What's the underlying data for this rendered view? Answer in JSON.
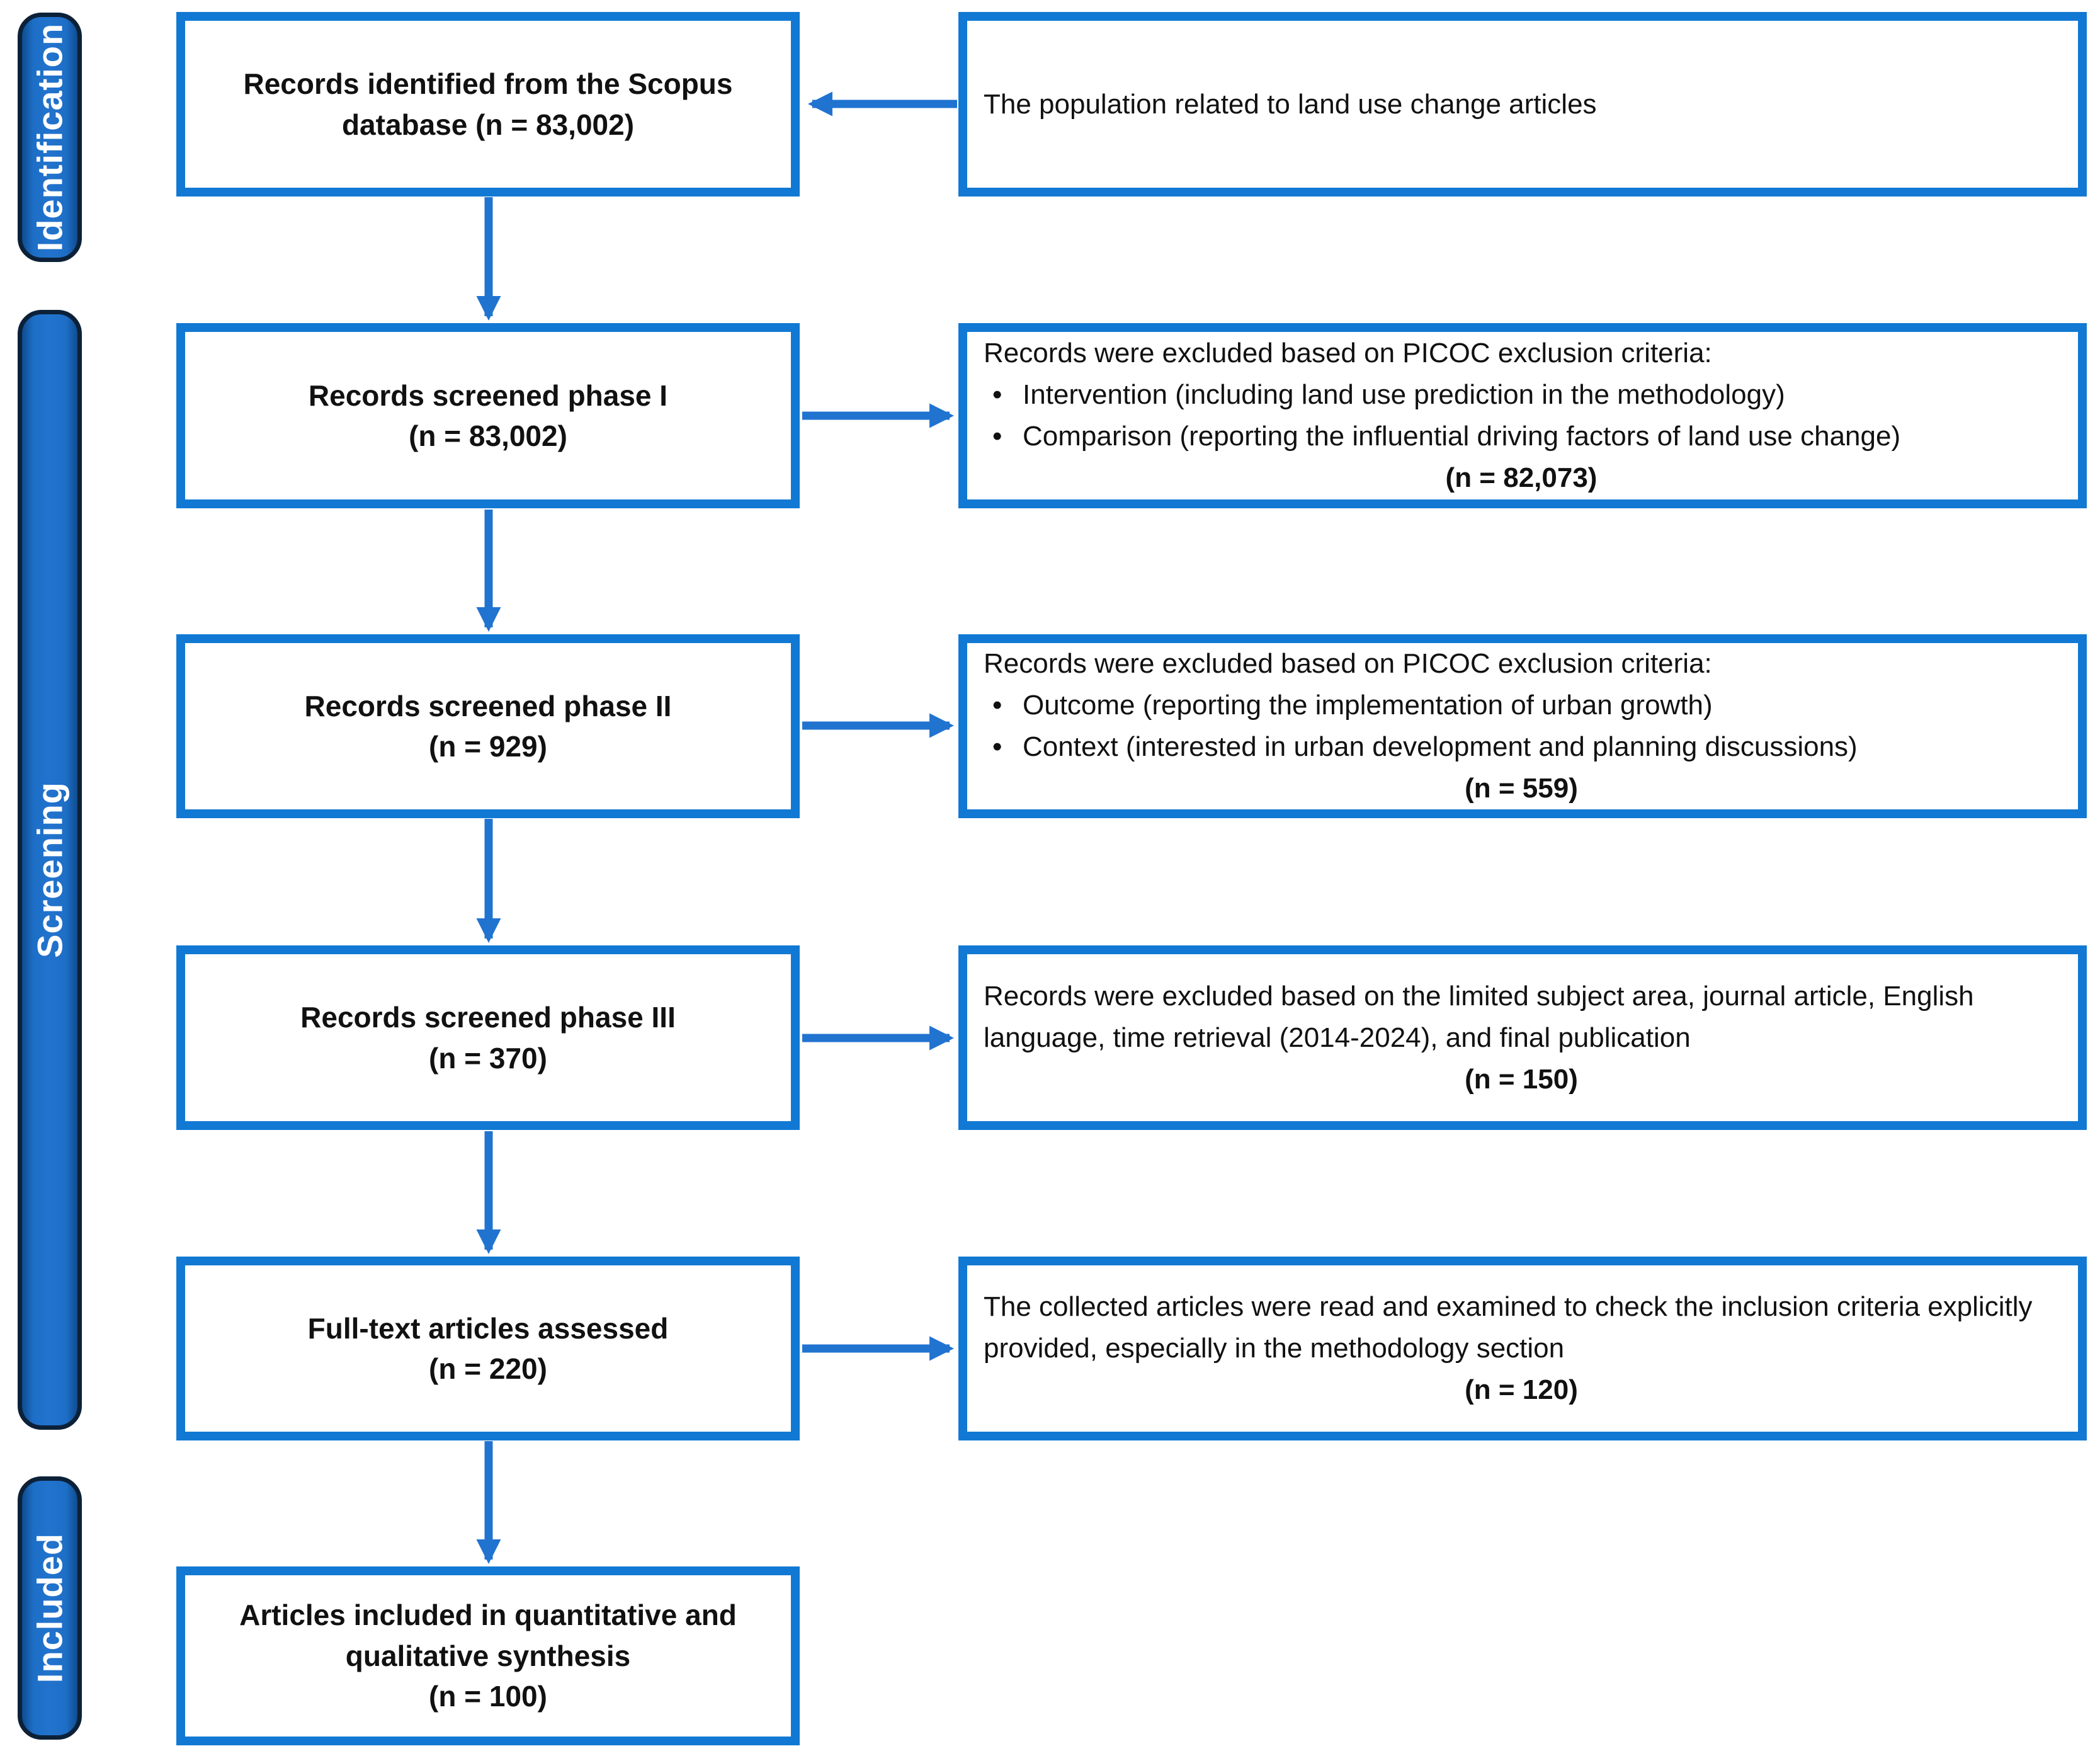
{
  "palette": {
    "box_border_blue": "#1179d3",
    "arrow_blue": "#2173d0",
    "stage_fill_blue": "#1d6ec6",
    "stage_border_navy": "#0c2138",
    "stage_text_color": "#ffffff",
    "body_text_color": "#111111",
    "background": "#ffffff"
  },
  "ui": {
    "bullet": "•"
  },
  "stages": [
    {
      "label": "Identification"
    },
    {
      "label": "Screening"
    },
    {
      "label": "Included"
    }
  ],
  "flow_boxes": [
    {
      "label": "Records identified from the Scopus database",
      "count": "(n = 83,002)"
    },
    {
      "label": "Records screened phase I",
      "count": "(n = 83,002)"
    },
    {
      "label": "Records screened phase II",
      "count": "(n = 929)"
    },
    {
      "label": "Records screened phase III",
      "count": "(n = 370)"
    },
    {
      "label": "Full-text articles assessed",
      "count": "(n = 220)"
    },
    {
      "label": "Articles included in quantitative and qualitative synthesis",
      "count": "(n = 100)"
    }
  ],
  "side_boxes": [
    {
      "text": "The population related to land use change articles"
    },
    {
      "intro": "Records were excluded based on PICOC exclusion criteria:",
      "bullets": [
        "Intervention (including land use prediction in the methodology)",
        "Comparison (reporting the influential driving factors of land use change)"
      ],
      "count": "(n = 82,073)"
    },
    {
      "intro": "Records were excluded based on PICOC exclusion criteria:",
      "bullets": [
        "Outcome (reporting the implementation of urban growth)",
        "Context (interested in urban development and planning discussions)"
      ],
      "count": "(n = 559)"
    },
    {
      "text": "Records were excluded based on the limited subject area, journal article, English language, time retrieval (2014-2024), and final publication",
      "count": "(n = 150)"
    },
    {
      "text": "The collected articles were read and examined to check the inclusion criteria explicitly provided, especially in the methodology section",
      "count": "(n = 120)"
    }
  ]
}
